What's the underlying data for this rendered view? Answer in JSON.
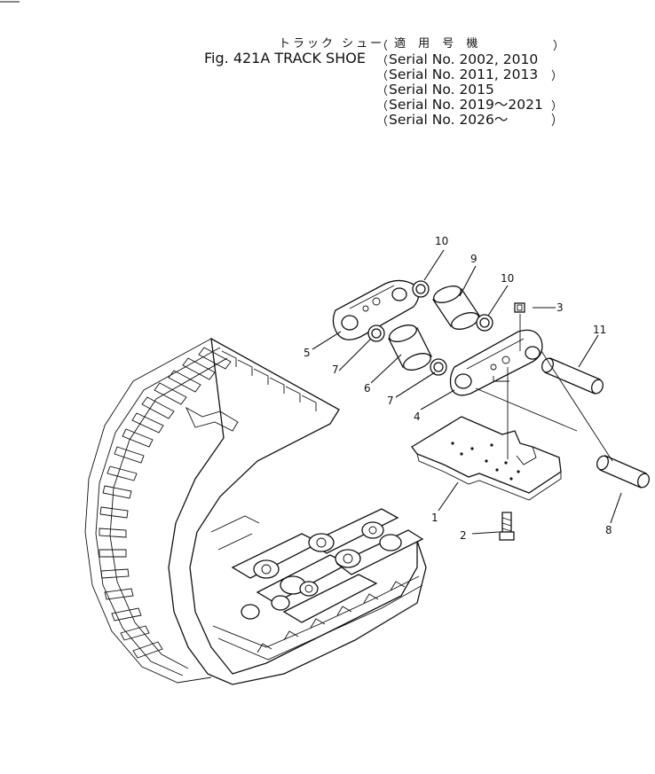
{
  "title": {
    "japanese": "トラック シュー",
    "figure": "Fig. 421A TRACK SHOE"
  },
  "applicability": {
    "heading": "適 用 号 機",
    "serials": [
      "Serial  No. 2002, 2010",
      "Serial  No. 2011, 2013",
      "Serial  No. 2015",
      "Serial  No. 2019～2021",
      "Serial  No. 2026～"
    ]
  },
  "callouts": {
    "c1": "1",
    "c2": "2",
    "c3": "3",
    "c4": "4",
    "c5": "5",
    "c6": "6",
    "c7a": "7",
    "c7b": "7",
    "c8": "8",
    "c9": "9",
    "c10a": "10",
    "c10b": "10",
    "c11": "11"
  }
}
